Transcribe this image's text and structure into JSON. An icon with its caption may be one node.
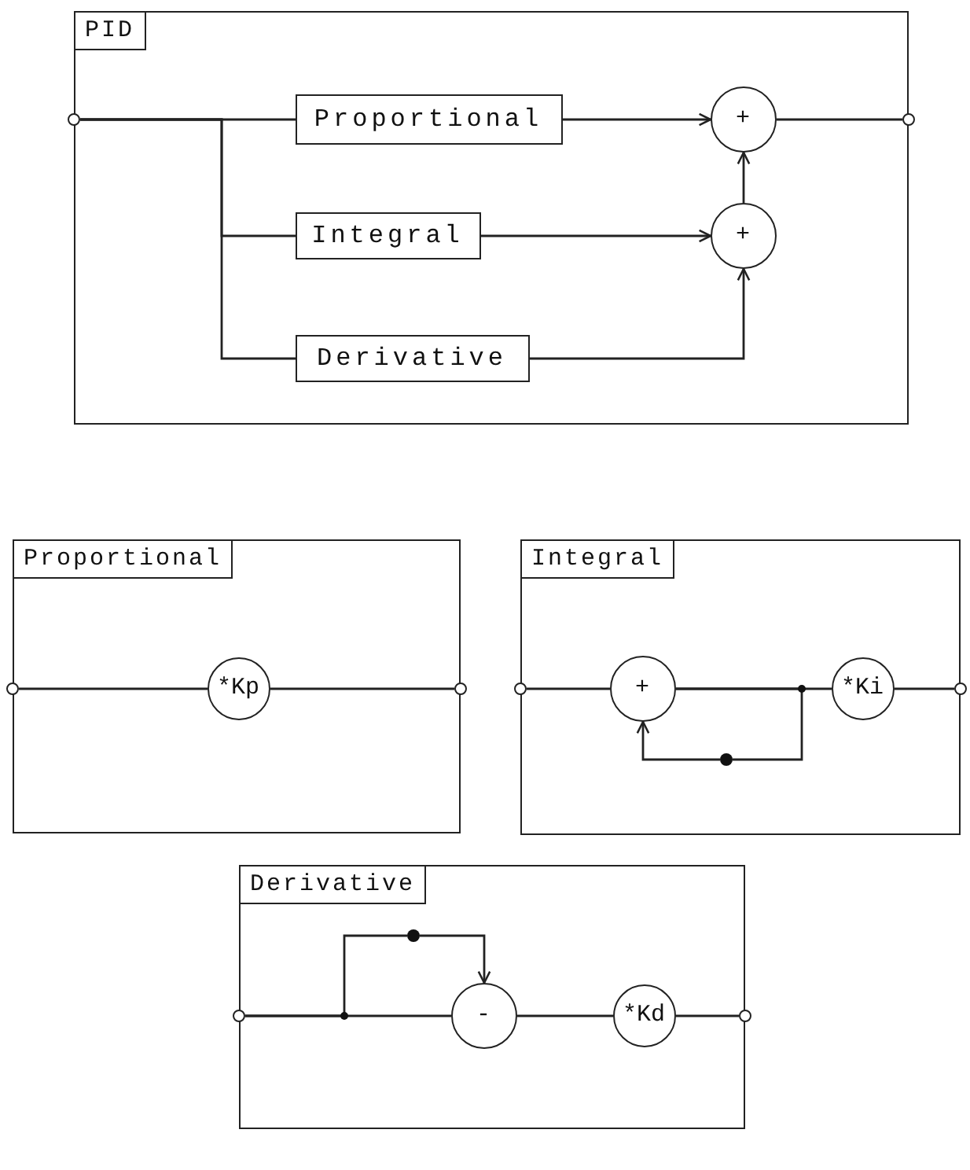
{
  "diagram": {
    "nodes": [
      {
        "text": [
          "PID"
        ]
      },
      {
        "text": [],
        "shape": "circle",
        "in": 0
      },
      {
        "text": [
          "Proportional"
        ],
        "in": 0
      },
      {
        "text": [
          "Integral"
        ],
        "in": 0
      },
      {
        "text": [
          "Derivative"
        ],
        "in": 0
      },
      {
        "text": [
          "+"
        ],
        "in": 0
      },
      {
        "text": [
          "+"
        ],
        "in": 0
      },
      {
        "text": [],
        "shape": "circle",
        "in": 0
      },
      {
        "text": [
          "Proportional"
        ]
      },
      {
        "text": [],
        "shape": "circle",
        "in": 8
      },
      {
        "text": [
          "*Kp"
        ],
        "in": 8
      },
      {
        "text": [],
        "shape": "circle",
        "in": 8
      },
      {
        "text": [
          "Integral"
        ]
      },
      {
        "text": [],
        "shape": "circle",
        "in": 12
      },
      {
        "text": [
          "+"
        ],
        "in": 12
      },
      {
        "text": [
          "*Ki"
        ],
        "in": 12
      },
      {
        "text": [],
        "shape": "circle",
        "in": 12
      },
      {
        "text": [],
        "shape": "dot",
        "in": 12
      },
      {
        "text": [
          "Derivative"
        ]
      },
      {
        "text": [],
        "shape": "circle",
        "in": 18
      },
      {
        "text": [],
        "shape": "dot",
        "in": 18
      },
      {
        "text": [
          "-"
        ],
        "in": 18
      },
      {
        "text": [
          "*Kd"
        ],
        "in": 18
      },
      {
        "text": [],
        "shape": "circle",
        "in": 18
      }
    ],
    "edges": [
      {
        "from": 1,
        "to": 2,
        "arrow": "none"
      },
      {
        "from": 1,
        "to": 3,
        "arrow": "none"
      },
      {
        "from": 1,
        "to": 4,
        "arrow": "none"
      },
      {
        "from": 2,
        "to": 5,
        "arrow": "to"
      },
      {
        "from": 3,
        "to": 6,
        "arrow": "to"
      },
      {
        "from": 4,
        "to": 6,
        "arrow": "to"
      },
      {
        "from": 6,
        "to": 5,
        "arrow": "to"
      },
      {
        "from": 5,
        "to": 7,
        "arrow": "none"
      },
      {
        "from": 9,
        "to": 10,
        "arrow": "none"
      },
      {
        "from": 10,
        "to": 11,
        "arrow": "none"
      },
      {
        "from": 13,
        "to": 14,
        "arrow": "none"
      },
      {
        "from": 14,
        "to": 15,
        "arrow": "none"
      },
      {
        "from": 15,
        "to": 16,
        "arrow": "none"
      },
      {
        "from": 14,
        "to": 17,
        "arrow": "none"
      },
      {
        "from": 17,
        "to": 14,
        "arrow": "to"
      },
      {
        "from": 19,
        "to": 21,
        "arrow": "none"
      },
      {
        "from": 19,
        "to": 20,
        "arrow": "none"
      },
      {
        "from": 20,
        "to": 21,
        "arrow": "to"
      },
      {
        "from": 21,
        "to": 22,
        "arrow": "none"
      },
      {
        "from": 22,
        "to": 23,
        "arrow": "none"
      }
    ]
  }
}
